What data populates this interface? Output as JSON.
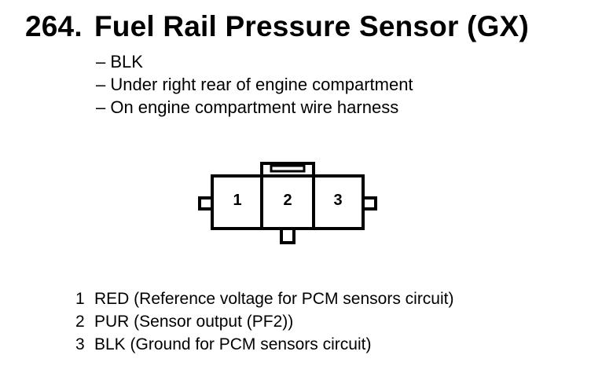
{
  "title": {
    "number": "264.",
    "text": "Fuel Rail Pressure Sensor (GX)"
  },
  "notes": [
    "– BLK",
    "– Under right rear of engine compartment",
    "– On engine compartment wire harness"
  ],
  "connector": {
    "pins": [
      "1",
      "2",
      "3"
    ]
  },
  "pin_assignments": [
    {
      "pin": "1",
      "description": "RED (Reference voltage for PCM sensors circuit)"
    },
    {
      "pin": "2",
      "description": "PUR (Sensor output (PF2))"
    },
    {
      "pin": "3",
      "description": "BLK (Ground for PCM sensors circuit)"
    }
  ]
}
